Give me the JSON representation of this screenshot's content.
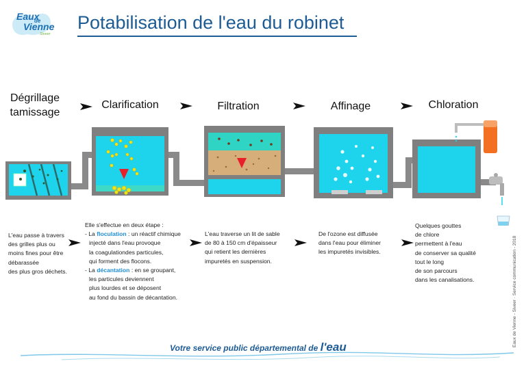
{
  "logo": {
    "line1": "Eaux",
    "line2": "de",
    "line3": "Vienne",
    "tag": "Siveer"
  },
  "title": "Potabilisation de l'eau du robinet",
  "steps": [
    {
      "title_lines": [
        "Dégrillage",
        "tamissage"
      ]
    },
    {
      "title_lines": [
        "Clarification"
      ]
    },
    {
      "title_lines": [
        "Filtration"
      ]
    },
    {
      "title_lines": [
        "Affinage"
      ]
    },
    {
      "title_lines": [
        "Chloration"
      ]
    }
  ],
  "descriptions": {
    "degrillage": [
      "L'eau passe à travers",
      "des grilles plus ou",
      "moins fines pour être",
      "débarassée",
      "des plus gros déchets."
    ],
    "clarification": {
      "intro": "Elle s'effectue en deux étape :",
      "floc_prefix": "- La ",
      "floc_term": "floculation",
      "floc_rest": " : un réactif chimique",
      "floc_lines": [
        "injecté dans l'eau provoque",
        "la coagulationdes particules,",
        "qui forment des flocons."
      ],
      "dec_prefix": "- La ",
      "dec_term": "décantation",
      "dec_rest": " : en se groupant,",
      "dec_lines": [
        "les particules deviennent",
        "plus lourdes et se déposent",
        "au fond du bassin de décantation."
      ]
    },
    "filtration": [
      "L'eau traverse un lit de sable",
      "de 80 à 150 cm d'épaisseur",
      "qui retient les dernières",
      "impuretés en suspension."
    ],
    "affinage": [
      "De l'ozone est diffusée",
      "dans l'eau pour éliminer",
      "les impuretés invisibles."
    ],
    "chloration": [
      "Quelques gouttes",
      "de chlore",
      "permettent à l'eau",
      "de conserver sa qualité",
      "tout le long",
      "de son parcours",
      "dans les canalisations."
    ]
  },
  "footer": {
    "text": "Votre service public départemental de ",
    "emph": "l'eau"
  },
  "side_credit": "Eaux de Vienne - Siveer · Service communication - 2018",
  "colors": {
    "title": "#1d5b95",
    "water": "#1ed3ec",
    "tank": "#7f7f7f",
    "sand": "#d6ae7a",
    "floc": "#f2e21a",
    "arrow_red": "#e8202a",
    "chlore_tank": "#f36f21",
    "highlight": "#1f8ed6"
  },
  "icons": [
    "arrow-right-icon",
    "floc-particle-icon",
    "ozone-bubble-icon",
    "faucet-icon",
    "glass-of-water-icon",
    "wave-icon"
  ]
}
